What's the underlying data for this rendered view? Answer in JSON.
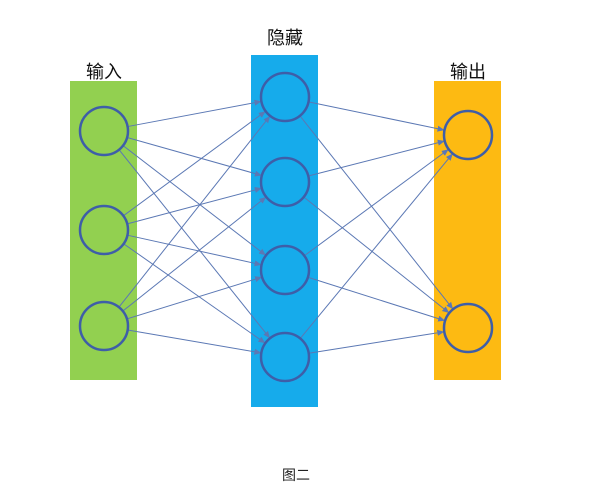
{
  "layers": {
    "input": {
      "label": "输入",
      "color": "#92D050",
      "nodes": 3
    },
    "hidden": {
      "label": "隐藏",
      "color": "#16ABEB",
      "nodes": 4
    },
    "output": {
      "label": "输出",
      "color": "#FDBA12",
      "nodes": 2
    }
  },
  "node_stroke": "#3E5EA8",
  "edge_color": "#5B78B4",
  "caption": "图二"
}
